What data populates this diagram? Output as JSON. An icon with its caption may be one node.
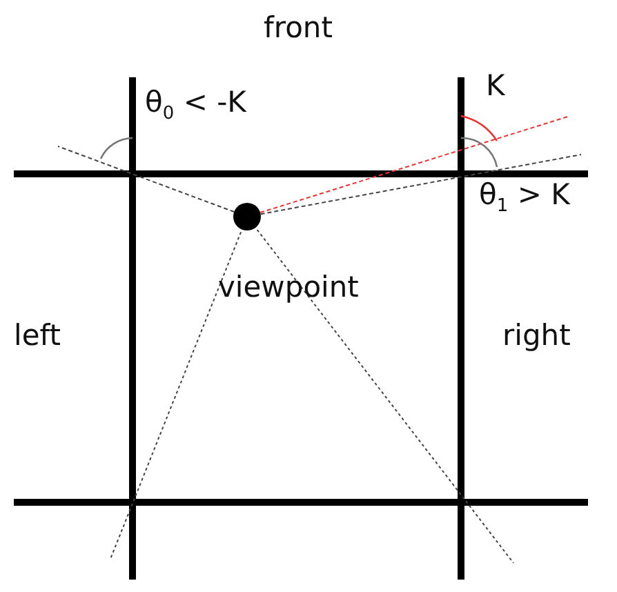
{
  "diagram": {
    "labels": [
      "front",
      "θ$_{0}$ < -K",
      "K",
      "θ$_{1}$ > K",
      "viewpoint",
      "left",
      "right"
    ]
  }
}
